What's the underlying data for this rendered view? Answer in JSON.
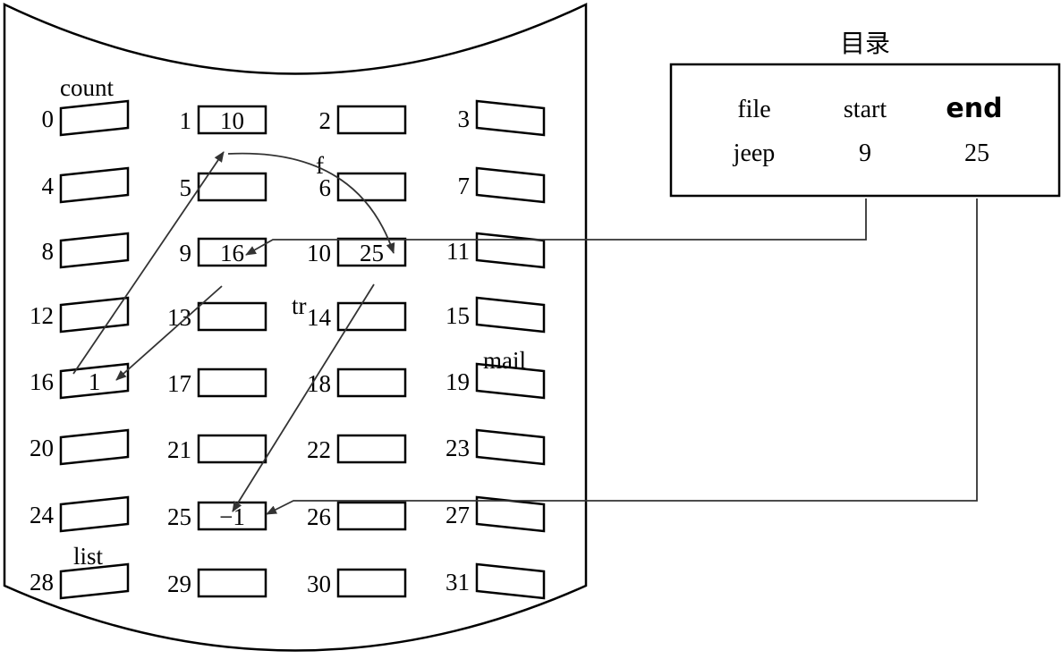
{
  "directory": {
    "title": "目录",
    "headers": {
      "file": "file",
      "start": "start",
      "end": "end"
    },
    "row": {
      "file": "jeep",
      "start": "9",
      "end": "25"
    }
  },
  "blocks": [
    {
      "label": "0",
      "value": ""
    },
    {
      "label": "1",
      "value": "10"
    },
    {
      "label": "2",
      "value": ""
    },
    {
      "label": "3",
      "value": ""
    },
    {
      "label": "4",
      "value": ""
    },
    {
      "label": "5",
      "value": ""
    },
    {
      "label": "6",
      "value": ""
    },
    {
      "label": "7",
      "value": ""
    },
    {
      "label": "8",
      "value": ""
    },
    {
      "label": "9",
      "value": "16"
    },
    {
      "label": "10",
      "value": "25"
    },
    {
      "label": "11",
      "value": ""
    },
    {
      "label": "12",
      "value": ""
    },
    {
      "label": "13",
      "value": ""
    },
    {
      "label": "14",
      "value": ""
    },
    {
      "label": "15",
      "value": ""
    },
    {
      "label": "16",
      "value": "1"
    },
    {
      "label": "17",
      "value": ""
    },
    {
      "label": "18",
      "value": ""
    },
    {
      "label": "19",
      "value": ""
    },
    {
      "label": "20",
      "value": ""
    },
    {
      "label": "21",
      "value": ""
    },
    {
      "label": "22",
      "value": ""
    },
    {
      "label": "23",
      "value": ""
    },
    {
      "label": "24",
      "value": ""
    },
    {
      "label": "25",
      "value": "−1"
    },
    {
      "label": "26",
      "value": ""
    },
    {
      "label": "27",
      "value": ""
    },
    {
      "label": "28",
      "value": ""
    },
    {
      "label": "29",
      "value": ""
    },
    {
      "label": "30",
      "value": ""
    },
    {
      "label": "31",
      "value": ""
    }
  ],
  "file_labels": {
    "count": "count",
    "f": "f",
    "tr": "tr",
    "mail": "mail",
    "list": "list"
  },
  "colors": {
    "line": "#000000",
    "arrow": "#333333",
    "background": "#ffffff"
  }
}
